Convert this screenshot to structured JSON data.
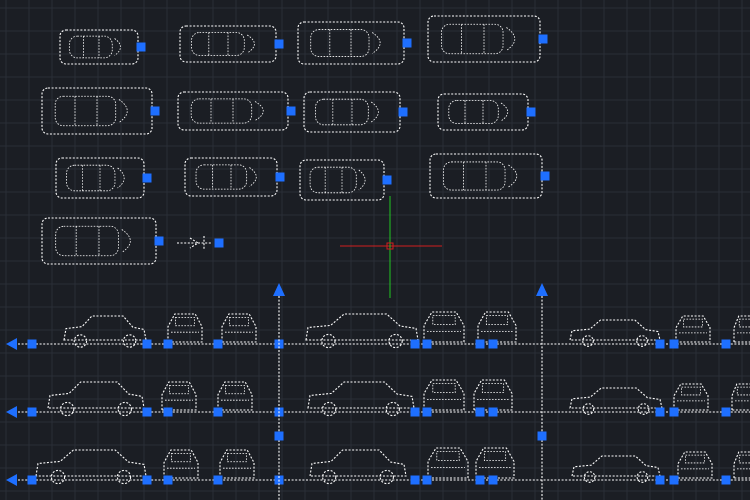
{
  "app": {
    "view": "model-space",
    "background_color": "#1b1e24",
    "grid_minor_color": "#2a2e36",
    "grid_major_color": "#383d47"
  },
  "colors": {
    "selection_dashed": "#ffffff",
    "grip": "#1e6fff",
    "crosshair_x": "#d21e1e",
    "crosshair_y": "#22c722"
  },
  "icons": {
    "grip": "grip-square-icon",
    "arrow_grip": "grip-arrow-icon",
    "crosshair": "crosshair-cursor-icon"
  },
  "blocks": {
    "plan_view_vehicles": [
      "car-plan-1",
      "car-plan-2",
      "car-plan-3",
      "car-plan-4",
      "car-plan-5",
      "car-plan-6",
      "car-plan-7",
      "car-plan-8",
      "car-plan-9",
      "car-plan-10",
      "car-plan-11",
      "car-plan-12",
      "car-plan-13",
      "small-vehicle-plan"
    ],
    "elevation_rows": [
      "elevation-row-1",
      "elevation-row-2",
      "elevation-row-3"
    ],
    "state": "selected"
  }
}
